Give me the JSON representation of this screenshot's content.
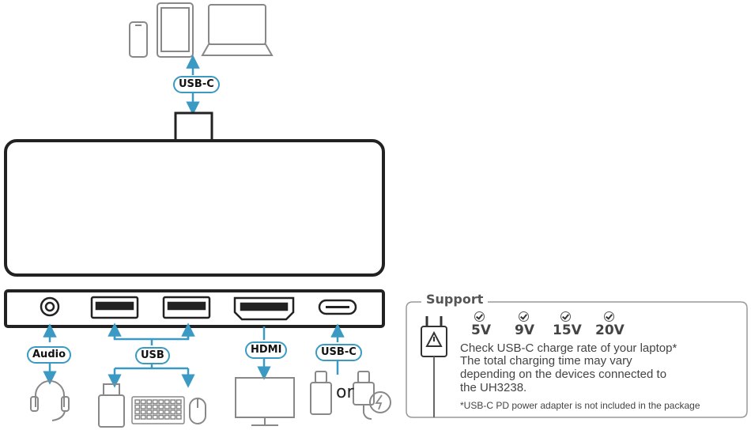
{
  "labels": {
    "usbc_top": "USB-C",
    "audio": "Audio",
    "usb": "USB",
    "hdmi": "HDMI",
    "usbc_power": "USB-C",
    "or": "or"
  },
  "support": {
    "title": "Support",
    "voltages": [
      "5V",
      "9V",
      "15V",
      "20V"
    ],
    "lines": [
      "Check USB-C charge rate of your laptop*",
      "The total charging time may vary",
      "depending on the devices connected to",
      "the UH3238."
    ],
    "footnote": "*USB-C PD power adapter is not included in the package"
  },
  "colors": {
    "accent": "#3a9ac4",
    "line": "#222222",
    "device": "#888888"
  },
  "icons": [
    "phone-icon",
    "tablet-icon",
    "laptop-icon",
    "headset-icon",
    "usb-drive-icon",
    "keyboard-icon",
    "mouse-icon",
    "monitor-icon",
    "usbc-plug-icon",
    "power-adapter-icon",
    "wall-plug-icon"
  ]
}
